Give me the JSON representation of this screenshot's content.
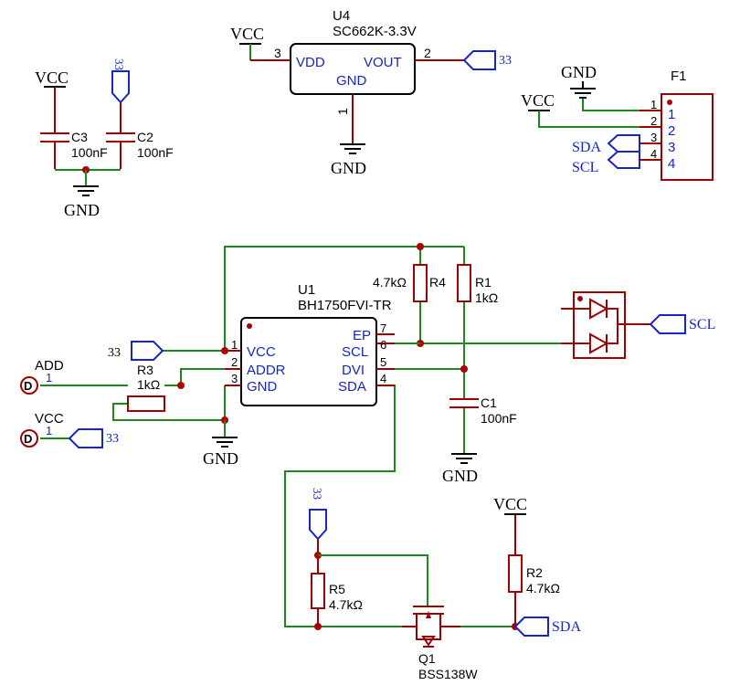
{
  "power": {
    "vcc": "VCC",
    "gnd": "GND",
    "v33": "33"
  },
  "u4": {
    "ref": "U4",
    "part": "SC662K-3.3V",
    "vdd": "VDD",
    "vout": "VOUT",
    "gnd": "GND",
    "pin_vdd": "3",
    "pin_vout": "2",
    "pin_gnd": "1"
  },
  "caps": {
    "c3": {
      "ref": "C3",
      "value": "100nF"
    },
    "c2": {
      "ref": "C2",
      "value": "100nF"
    },
    "c1": {
      "ref": "C1",
      "value": "100nF"
    }
  },
  "f1": {
    "ref": "F1",
    "pin_numbers": [
      "1",
      "2",
      "3",
      "4"
    ],
    "pin_labels": [
      "1",
      "2",
      "3",
      "4"
    ],
    "sda": "SDA",
    "scl": "SCL"
  },
  "u1": {
    "ref": "U1",
    "part": "BH1750FVI-TR",
    "left_pins": [
      {
        "num": "1",
        "name": "VCC"
      },
      {
        "num": "2",
        "name": "ADDR"
      },
      {
        "num": "3",
        "name": "GND"
      }
    ],
    "right_pins": [
      {
        "num": "7",
        "name": "EP"
      },
      {
        "num": "6",
        "name": "SCL"
      },
      {
        "num": "5",
        "name": "DVI"
      },
      {
        "num": "4",
        "name": "SDA"
      }
    ]
  },
  "resistors": {
    "r4": {
      "ref": "R4",
      "value": "4.7kΩ"
    },
    "r1": {
      "ref": "R1",
      "value": "1kΩ"
    },
    "r3": {
      "ref": "R3",
      "value": "1kΩ"
    },
    "r5": {
      "ref": "R5",
      "value": "4.7kΩ"
    },
    "r2": {
      "ref": "R2",
      "value": "4.7kΩ"
    }
  },
  "connectors": {
    "add": {
      "label": "ADD",
      "pin": "1"
    },
    "vcc": {
      "label": "VCC",
      "pin": "1"
    }
  },
  "q1": {
    "ref": "Q1",
    "part": "BSS138W"
  },
  "nets": {
    "scl": "SCL",
    "sda": "SDA"
  }
}
